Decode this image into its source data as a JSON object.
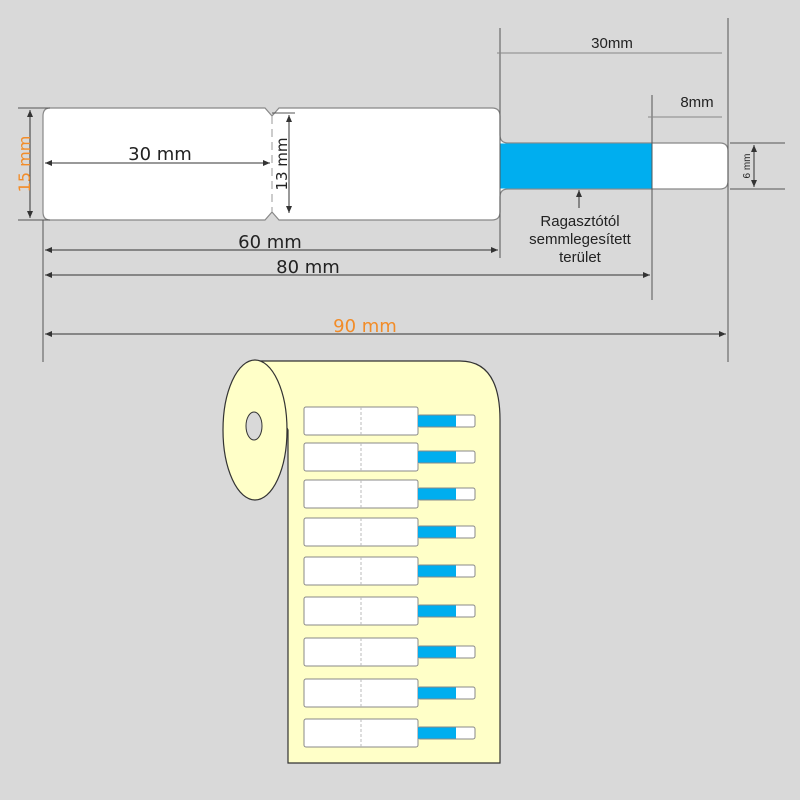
{
  "dimensions": {
    "height_total": "15 mm",
    "section_width": "30 mm",
    "section_height": "13 mm",
    "body_width": "60 mm",
    "to_white_width": "80 mm",
    "total_width": "90 mm",
    "tail_width": "30mm",
    "tail_end_width": "8mm",
    "tail_height": "6 mm"
  },
  "annotation": {
    "line1": "Ragasztótól",
    "line2": "semmlegesített",
    "line3": "terület"
  },
  "colors": {
    "background": "#d9d9d9",
    "accent_orange": "#f28c28",
    "adhesive_free_blue": "#00aeef",
    "roll_paper": "#ffffc8"
  },
  "roll": {
    "label_count": 9
  }
}
